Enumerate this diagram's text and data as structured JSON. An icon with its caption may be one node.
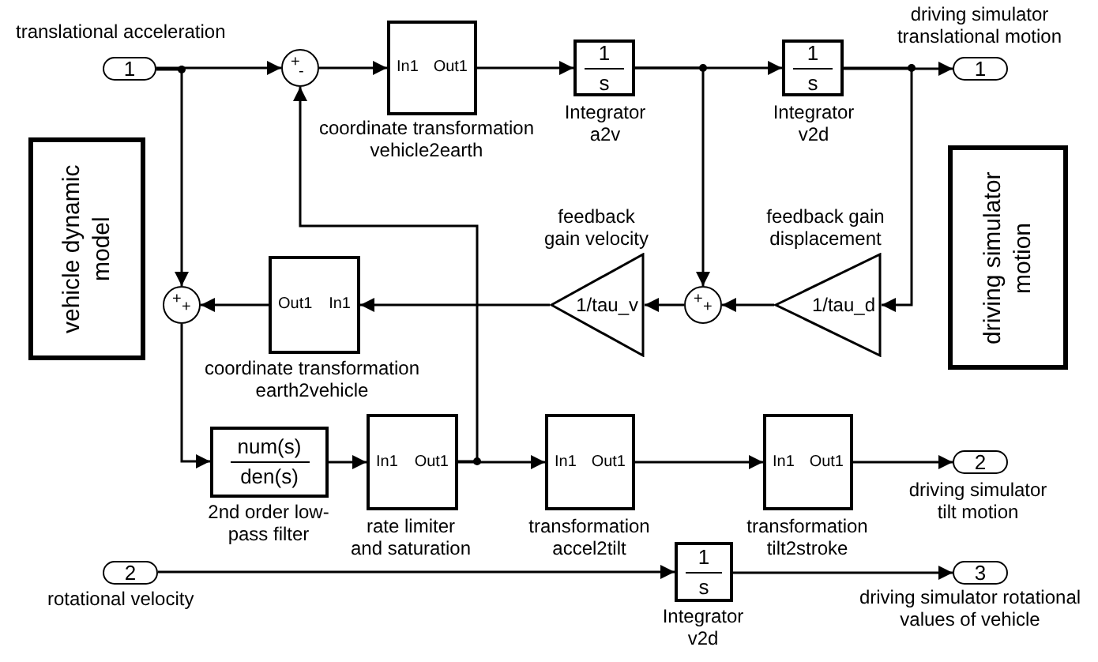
{
  "diagram": {
    "nodes": [
      {
        "text": [
          "1"
        ],
        "beside": [
          "translational acceleration"
        ]
      },
      {
        "text": [
          "+",
          "-"
        ]
      },
      {
        "text": [
          "In1",
          "Out1"
        ],
        "beside": [
          "coordinate transformation vehicle2earth"
        ]
      },
      {
        "text": [
          "1",
          "s"
        ],
        "beside": [
          "Integrator a2v"
        ]
      },
      {
        "text": [
          "1",
          "s"
        ],
        "beside": [
          "Integrator v2d"
        ]
      },
      {
        "text": [
          "1"
        ],
        "beside": [
          "driving simulator translational motion"
        ]
      },
      {
        "text": [
          "vehicle dynamic model"
        ]
      },
      {
        "text": [
          "driving simulator motion"
        ]
      },
      {
        "text": [
          "+",
          "+"
        ]
      },
      {
        "text": [
          "Out1",
          "In1"
        ],
        "beside": [
          "coordinate transformation earth2vehicle"
        ]
      },
      {
        "text": [
          "1/tau_v"
        ],
        "beside": [
          "feedback gain velocity"
        ]
      },
      {
        "text": [
          "+",
          "+"
        ]
      },
      {
        "text": [
          "1/tau_d"
        ],
        "beside": [
          "feedback gain displacement"
        ]
      },
      {
        "text": [
          "num(s)",
          "den(s)"
        ],
        "beside": [
          "2nd order low-pass filter"
        ]
      },
      {
        "text": [
          "In1",
          "Out1"
        ],
        "beside": [
          "rate limiter and saturation"
        ]
      },
      {
        "text": [
          "In1",
          "Out1"
        ],
        "beside": [
          "transformation accel2tilt"
        ]
      },
      {
        "text": [
          "In1",
          "Out1"
        ],
        "beside": [
          "transformation tilt2stroke"
        ]
      },
      {
        "text": [
          "2"
        ],
        "beside": [
          "driving simulator tilt motion"
        ]
      },
      {
        "text": [
          "2"
        ],
        "beside": [
          "rotational velocity"
        ]
      },
      {
        "text": [
          "1",
          "s"
        ],
        "beside": [
          "Integrator v2d"
        ]
      },
      {
        "text": [
          "3"
        ],
        "beside": [
          "driving simulator rotational values of vehicle"
        ]
      }
    ],
    "edges": [
      {
        "from": 0,
        "to": 1,
        "arrow": "to"
      },
      {
        "from": 0,
        "to": 8,
        "arrow": "to"
      },
      {
        "from": 1,
        "to": 2,
        "arrow": "to"
      },
      {
        "from": 2,
        "to": 3,
        "arrow": "to"
      },
      {
        "from": 3,
        "to": 4,
        "arrow": "to"
      },
      {
        "from": 3,
        "to": 11,
        "arrow": "to"
      },
      {
        "from": 4,
        "to": 5,
        "arrow": "to"
      },
      {
        "from": 4,
        "to": 12,
        "arrow": "to"
      },
      {
        "from": 12,
        "to": 11,
        "arrow": "to"
      },
      {
        "from": 11,
        "to": 10,
        "arrow": "to"
      },
      {
        "from": 10,
        "to": 9,
        "arrow": "to"
      },
      {
        "from": 14,
        "to": 1,
        "arrow": "to"
      },
      {
        "from": 9,
        "to": 8,
        "arrow": "to"
      },
      {
        "from": 8,
        "to": 13,
        "arrow": "to"
      },
      {
        "from": 13,
        "to": 14,
        "arrow": "to"
      },
      {
        "from": 14,
        "to": 15,
        "arrow": "to"
      },
      {
        "from": 15,
        "to": 16,
        "arrow": "to"
      },
      {
        "from": 16,
        "to": 17,
        "arrow": "to"
      },
      {
        "from": 18,
        "to": 19,
        "arrow": "to"
      },
      {
        "from": 19,
        "to": 20,
        "arrow": "to"
      }
    ]
  }
}
